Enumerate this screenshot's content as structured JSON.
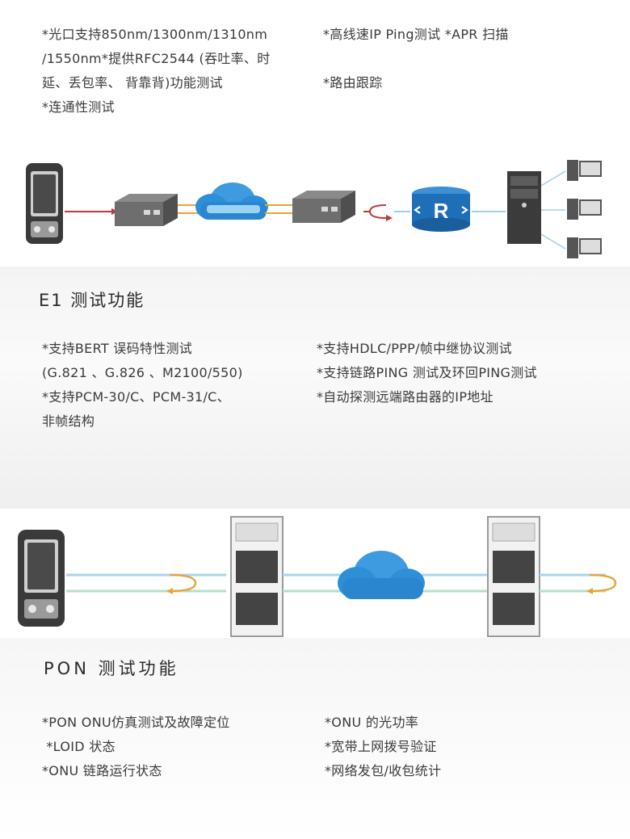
{
  "ip_features": {
    "left": [
      "*光口支持850nm/1300nm/1310nm",
      "/1550nm*提供RFC2544 (吞吐率、时",
      "延、丢包率、 背靠背)功能测试",
      "*连通性测试"
    ],
    "right": [
      "*高线速IP Ping测试 *APR 扫描",
      "",
      "*路由跟踪"
    ]
  },
  "diagram1": {
    "router_label": "R"
  },
  "e1": {
    "title": "E1 测试功能",
    "left": [
      "*支持BERT 误码特性测试",
      "(G.821 、G.826 、M2100/550)",
      "*支持PCM-30/C、PCM-31/C、",
      "非帧结构"
    ],
    "right": [
      "*支持HDLC/PPP/帧中继协议测试",
      "*支持链路PING 测试及环回PING测试",
      "*自动探测远端路由器的IP地址"
    ]
  },
  "pon": {
    "title": "PON 测试功能",
    "left": [
      "*PON ONU仿真测试及故障定位",
      " *LOID 状态",
      "*ONU 链路运行状态"
    ],
    "right": [
      "*ONU 的光功率",
      "*宽带上网拨号验证",
      "*网络发包/收包统计"
    ]
  },
  "colors": {
    "link_red": "#b83a3a",
    "link_orange": "#e6a53a",
    "cloud_blue": "#2d8fd8",
    "router_blue": "#1f6fb8"
  }
}
